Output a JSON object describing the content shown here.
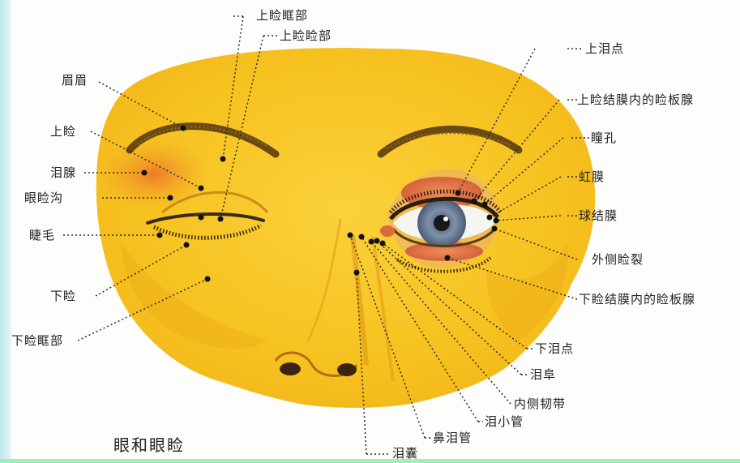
{
  "figure": {
    "caption": "眼和眼睑",
    "left_labels": [
      "眉眉",
      "上睑",
      "泪腺",
      "眼睑沟",
      "睫毛",
      "下睑",
      "下睑眶部"
    ],
    "top_labels": [
      "上睑眶部",
      "上睑睑部"
    ],
    "right_labels": [
      "上泪点",
      "上睑结膜内的睑板腺",
      "瞳孔",
      "虹膜",
      "球结膜",
      "外侧睑裂",
      "下睑结膜内的睑板腺"
    ],
    "bottom_labels": [
      "下泪点",
      "泪阜",
      "内侧韧带",
      "泪小管",
      "鼻泪管",
      "泪囊"
    ]
  },
  "colors": {
    "skin": "#f7c522",
    "skin_shadow": "#e9a514",
    "blush": "#ee7a2a",
    "iris": "#6d7f99",
    "pupil": "#16181c",
    "conjunctiva": "#e47a4a",
    "leader": "#2a2a2a"
  }
}
